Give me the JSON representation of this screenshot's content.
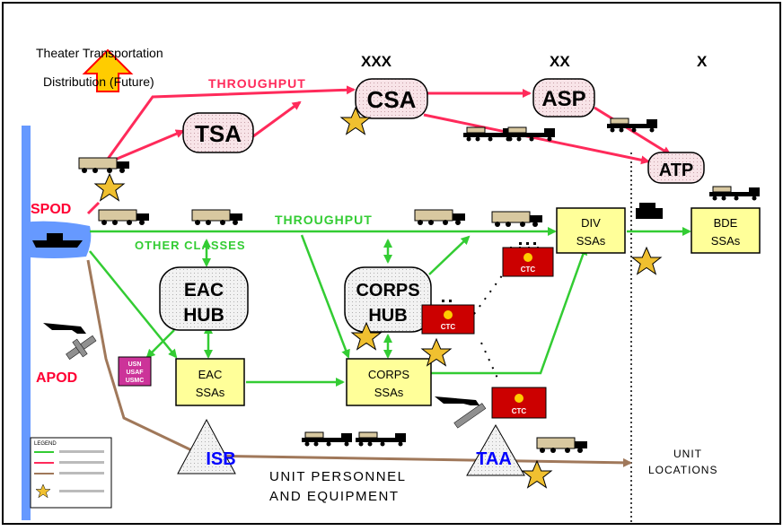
{
  "title": {
    "line1": "Theater Transportation",
    "line2": "Distribution (Future)"
  },
  "echelons": {
    "corps": "XXX",
    "division": "XX",
    "brigade": "X"
  },
  "nodes": {
    "csa": "CSA",
    "asp": "ASP",
    "tsa": "TSA",
    "atp": "ATP",
    "eac_hub_1": "EAC",
    "eac_hub_2": "HUB",
    "corps_hub_1": "CORPS",
    "corps_hub_2": "HUB",
    "div_ssa_1": "DIV",
    "div_ssa_2": "SSAs",
    "bde_ssa_1": "BDE",
    "bde_ssa_2": "SSAs",
    "eac_ssa_1": "EAC",
    "eac_ssa_2": "SSAs",
    "corps_ssa_1": "CORPS",
    "corps_ssa_2": "SSAs",
    "isb": "ISB",
    "taa": "TAA",
    "usn_1": "USN",
    "usn_2": "USAF",
    "usn_3": "USMC",
    "ctc": "CTC"
  },
  "flows": {
    "throughput_red": "THROUGHPUT",
    "throughput_green": "THROUGHPUT",
    "other_classes": "OTHER CLASSES",
    "unit_personnel_1": "UNIT PERSONNEL",
    "unit_personnel_2": "AND EQUIPMENT",
    "unit_locations_1": "UNIT",
    "unit_locations_2": "LOCATIONS"
  },
  "ports": {
    "spod": "SPOD",
    "apod": "APOD"
  },
  "legend": {
    "title": "LEGEND"
  },
  "colors": {
    "red_flow": "#ff2a5a",
    "green_flow": "#33cc33",
    "brown_flow": "#a0785a",
    "ssa_box": "#ffff99",
    "ctc_box": "#cc0000",
    "star": "#f0c030",
    "water": "#6699ff",
    "port_text": "#ff0033",
    "blue_text": "#0000ff"
  }
}
